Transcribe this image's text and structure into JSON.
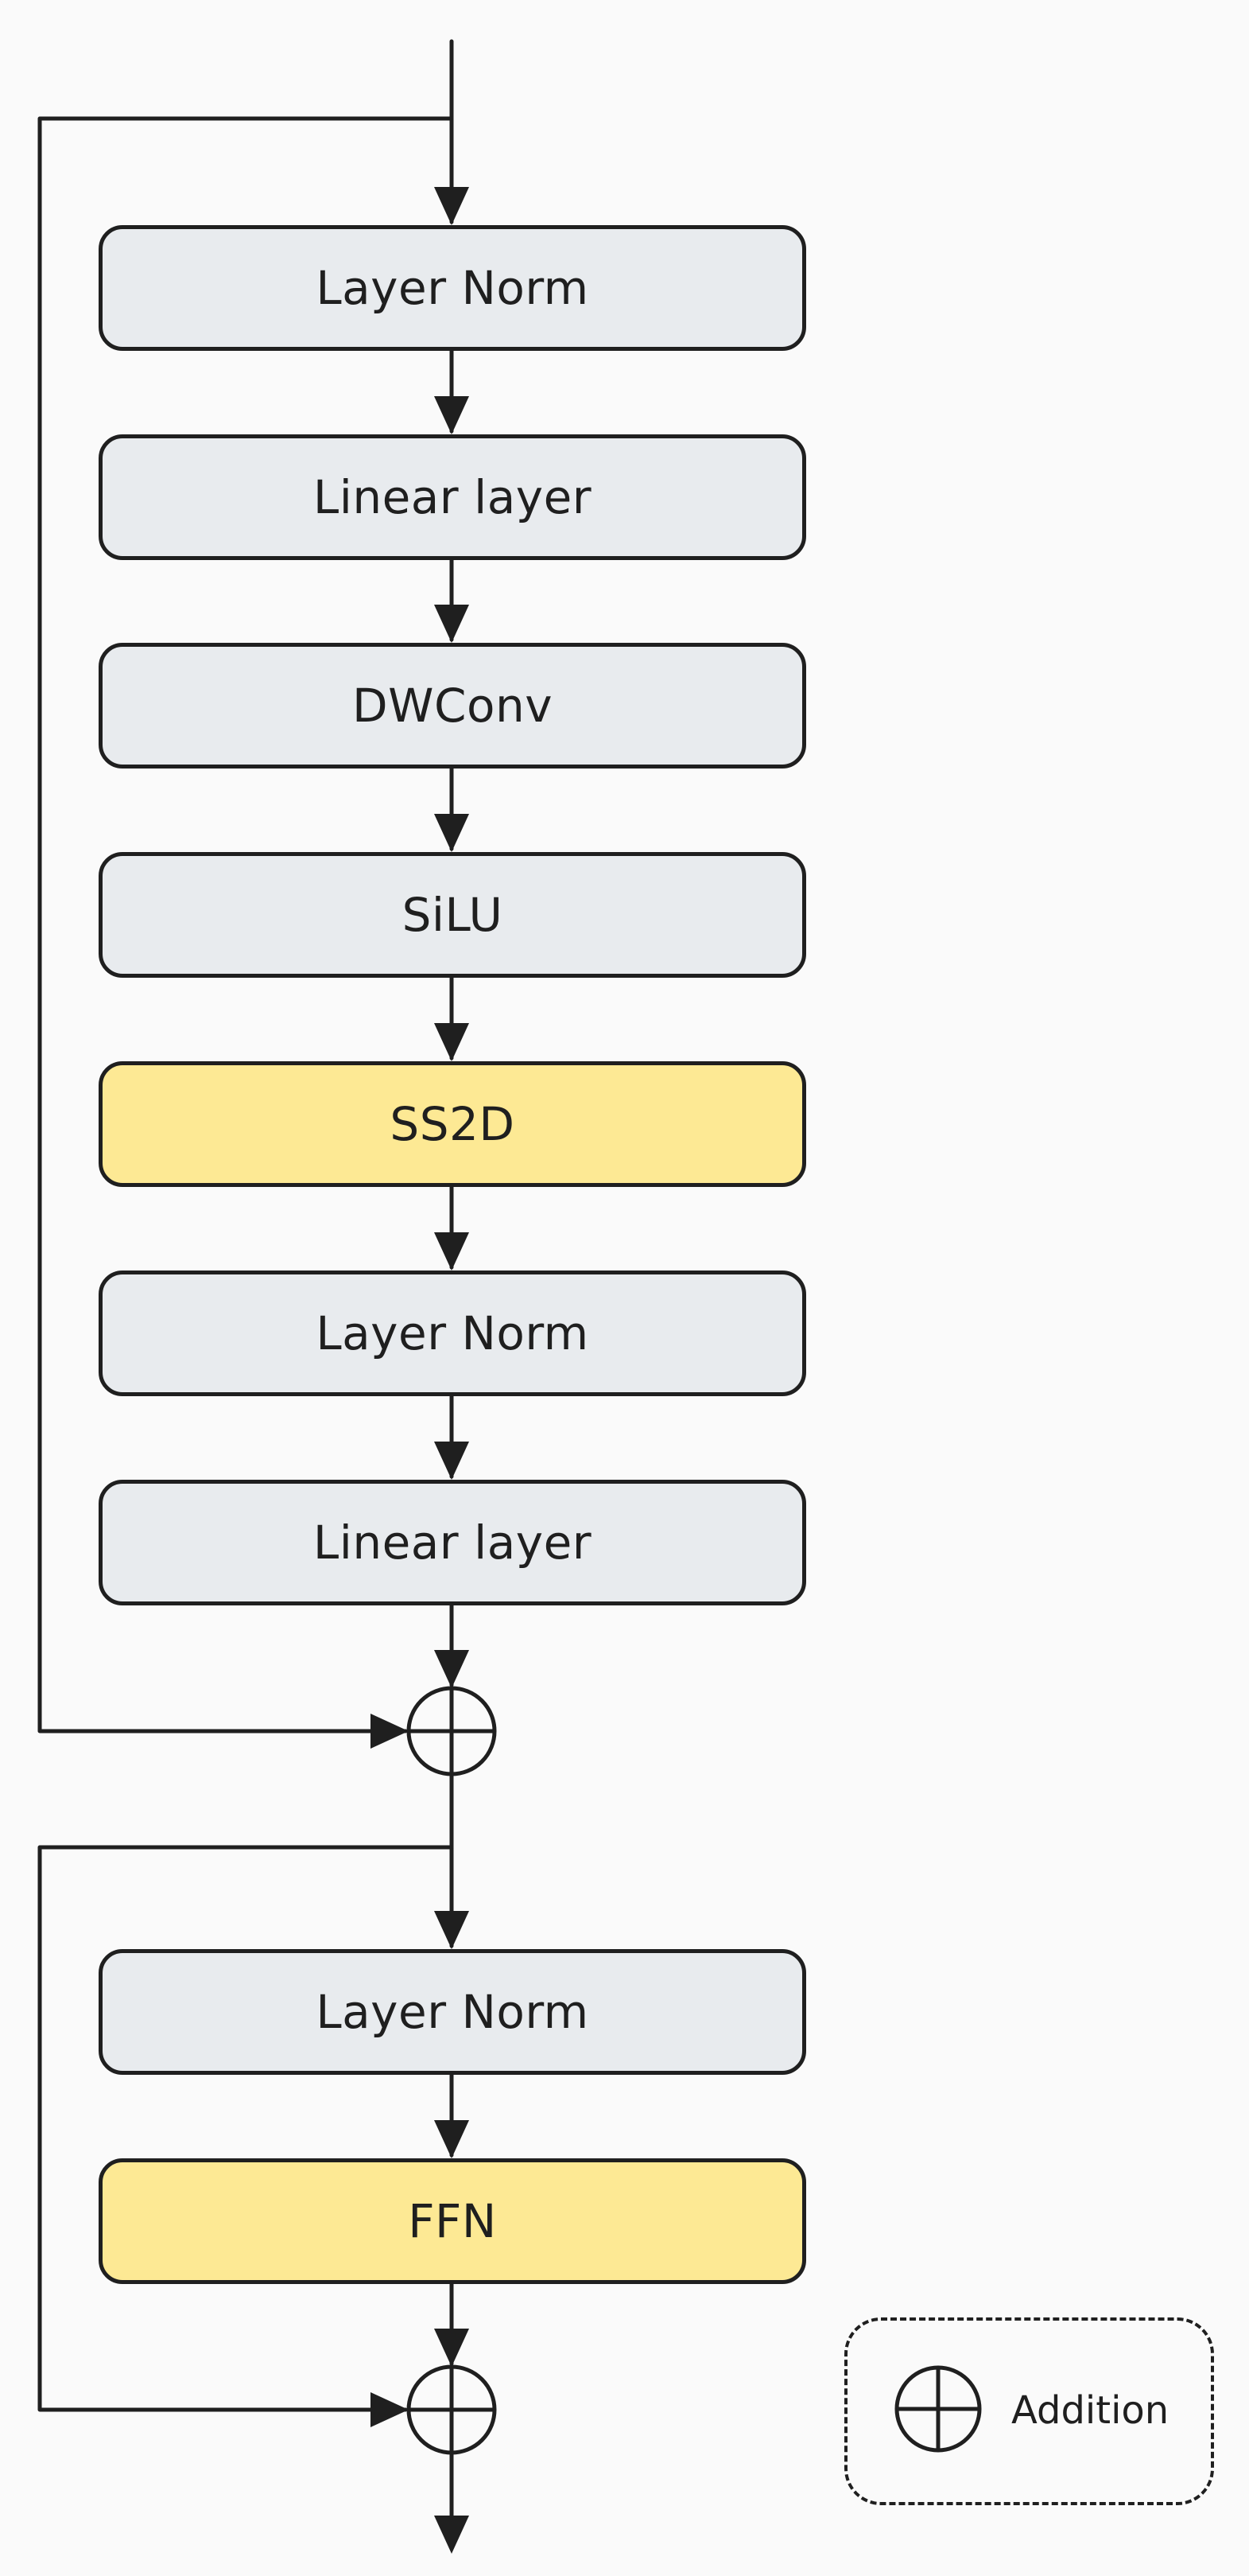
{
  "colors": {
    "stroke": "#1f1f1f",
    "block_fill": "#e8ebee",
    "highlight_fill": "#fde994",
    "background": "#fafafa"
  },
  "blocks": [
    {
      "id": "layer-norm-1",
      "label": "Layer Norm",
      "highlight": false
    },
    {
      "id": "linear-layer-1",
      "label": "Linear layer",
      "highlight": false
    },
    {
      "id": "dwconv",
      "label": "DWConv",
      "highlight": false
    },
    {
      "id": "silu",
      "label": "SiLU",
      "highlight": false
    },
    {
      "id": "ss2d",
      "label": "SS2D",
      "highlight": true
    },
    {
      "id": "layer-norm-2",
      "label": "Layer Norm",
      "highlight": false
    },
    {
      "id": "linear-layer-2",
      "label": "Linear layer",
      "highlight": false
    },
    {
      "id": "layer-norm-3",
      "label": "Layer Norm",
      "highlight": false
    },
    {
      "id": "ffn",
      "label": "FFN",
      "highlight": true
    }
  ],
  "legend": {
    "icon": "addition-icon",
    "label": "Addition"
  }
}
